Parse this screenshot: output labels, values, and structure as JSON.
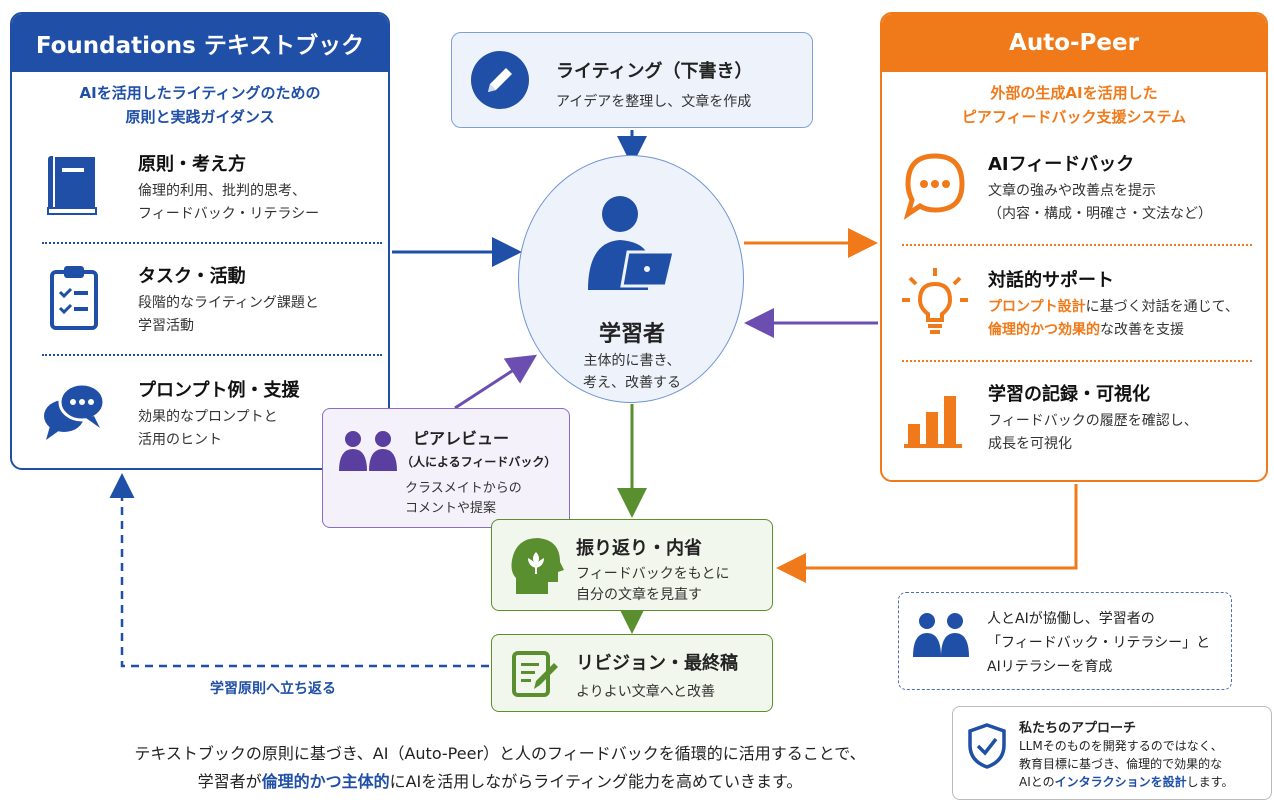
{
  "foundations": {
    "title": "Foundations テキストブック",
    "subtitle_1": "AIを活用したライティングのための",
    "subtitle_2": "原則と実践ガイダンス",
    "items": [
      {
        "title": "原則・考え方",
        "line1": "倫理的利用、批判的思考、",
        "line2": "フィードバック・リテラシー",
        "icon": "book-icon"
      },
      {
        "title": "タスク・活動",
        "line1": "段階的なライティング課題と",
        "line2": "学習活動",
        "icon": "clipboard-checklist-icon"
      },
      {
        "title": "プロンプト例・支援",
        "line1": "効果的なプロンプトと",
        "line2": "活用のヒント",
        "icon": "chat-bubbles-icon"
      }
    ]
  },
  "writing": {
    "title": "ライティング（下書き）",
    "desc": "アイデアを整理し、文章を作成",
    "icon": "pencil-icon"
  },
  "learner": {
    "title": "学習者",
    "line1": "主体的に書き、",
    "line2": "考え、改善する",
    "icon": "learner-laptop-icon"
  },
  "peer_review": {
    "title": "ピアレビュー",
    "subtitle": "（人によるフィードバック）",
    "line1": "クラスメイトからの",
    "line2": "コメントや提案",
    "icon": "people-icon"
  },
  "reflection": {
    "title": "振り返り・内省",
    "line1": "フィードバックをもとに",
    "line2": "自分の文章を見直す",
    "icon": "head-leaf-icon"
  },
  "revision": {
    "title": "リビジョン・最終稿",
    "desc": "よりよい文章へと改善",
    "icon": "edit-document-icon"
  },
  "return_label": "学習原則へ立ち返る",
  "auto_peer": {
    "title": "Auto-Peer",
    "subtitle_1": "外部の生成AIを活用した",
    "subtitle_2": "ピアフィードバック支援システム",
    "items": [
      {
        "title": "AIフィードバック",
        "line1": "文章の強みや改善点を提示",
        "line2": "（内容・構成・明確さ・文法など）",
        "icon": "speech-bubble-icon"
      },
      {
        "title": "対話的サポート",
        "line1_hl": "プロンプト設計",
        "line1_rest": "に基づく対話を通じて、",
        "line2_hl": "倫理的かつ効果的",
        "line2_rest": "な改善を支援",
        "icon": "lightbulb-icon"
      },
      {
        "title": "学習の記録・可視化",
        "line1": "フィードバックの履歴を確認し、",
        "line2": "成長を可視化",
        "icon": "bar-chart-icon"
      }
    ]
  },
  "collab": {
    "line1": "人とAIが協働し、学習者の",
    "line2": "「フィードバック・リテラシー」と",
    "line3": "AIリテラシーを育成",
    "icon": "people-icon"
  },
  "approach": {
    "title": "私たちのアプローチ",
    "line1": "LLMそのものを開発するのではなく、",
    "line2": "教育目標に基づき、倫理的で効果的な",
    "line3_pre": "AIとの",
    "line3_hl": "インタラクションを設計",
    "line3_post": "します。",
    "icon": "shield-check-icon"
  },
  "bottom": {
    "line1": "テキストブックの原則に基づき、AI（Auto-Peer）と人のフィードバックを循環的に活用することで、",
    "line2_pre": "学習者が",
    "line2_hl": "倫理的かつ主体的",
    "line2_post": "にAIを活用しながらライティング能力を高めていきます。"
  },
  "colors": {
    "blue": "#1f4fa6",
    "orange": "#f07a1a",
    "purple": "#6b4fb0",
    "green": "#5a8f2f"
  }
}
